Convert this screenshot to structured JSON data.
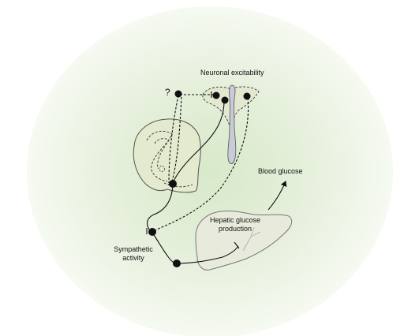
{
  "labels": {
    "neuronal_excitability": "Neuronal excitability",
    "question_mark": "?",
    "blood_glucose": "Blood glucose",
    "hepatic_line1": "Hepatic glucose",
    "hepatic_line2": "production",
    "sympathetic_line1": "Sympathetic",
    "sympathetic_line2": "activity"
  },
  "colors": {
    "halo_center": "#d8e9c9",
    "halo_edge": "#ffffff",
    "brain_fill": "#e3eacd",
    "liver_fill": "#e8ebdc",
    "pituitary_fill": "#c9ccd6",
    "ink": "#111111",
    "outline": "#555555"
  },
  "icons": {
    "brain": "brain-hypothalamus-section",
    "nucleus": "brainstem-nucleus",
    "liver": "liver",
    "neuron": "neuron-cell-body",
    "synapse": "synaptic-terminal"
  }
}
